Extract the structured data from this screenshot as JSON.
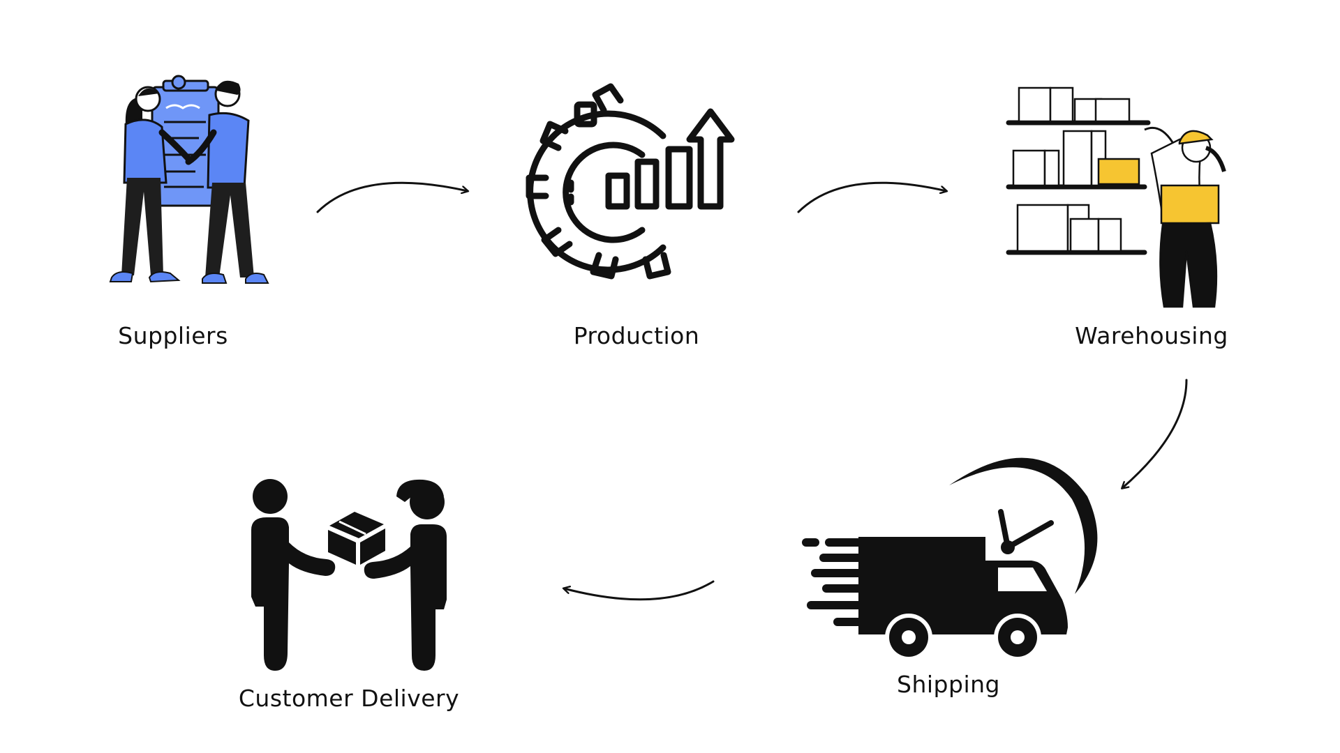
{
  "stages": {
    "suppliers": {
      "label": "Suppliers",
      "icon": "handshake-people-icon"
    },
    "production": {
      "label": "Production",
      "icon": "gear-chart-icon"
    },
    "warehousing": {
      "label": "Warehousing",
      "icon": "warehouse-worker-icon"
    },
    "shipping": {
      "label": "Shipping",
      "icon": "delivery-truck-icon"
    },
    "customer_delivery": {
      "label": "Customer Delivery",
      "icon": "package-handoff-icon"
    }
  },
  "colors": {
    "ink": "#111111",
    "accent_blue": "#5b86f5",
    "clipboard_blue": "#6f96f7",
    "accent_yellow": "#f6c531"
  }
}
